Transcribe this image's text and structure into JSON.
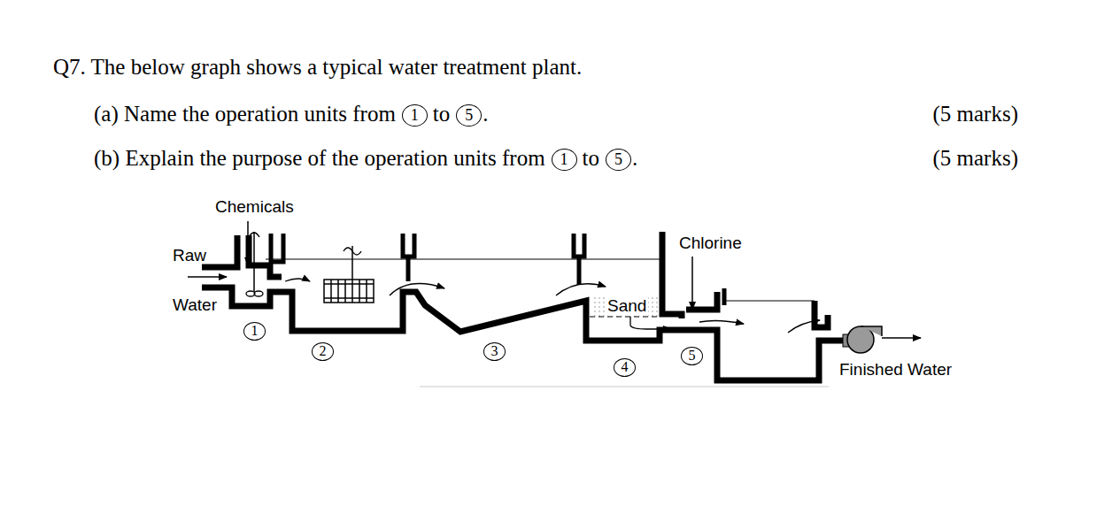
{
  "diagram": {
    "labels": [
      "Q7. The below graph shows a typical water treatment plant.",
      "(a) Name the operation units from",
      "1",
      "to",
      "5",
      ".",
      "(5 marks)",
      "(b) Explain the purpose of the operation units from",
      "1",
      "to",
      "5",
      ".",
      "(5 marks)",
      "Chemicals",
      "Raw",
      "Water",
      "1",
      "2",
      "3",
      "4",
      "5",
      "Sand",
      "Chlorine",
      "Finished Water"
    ]
  }
}
